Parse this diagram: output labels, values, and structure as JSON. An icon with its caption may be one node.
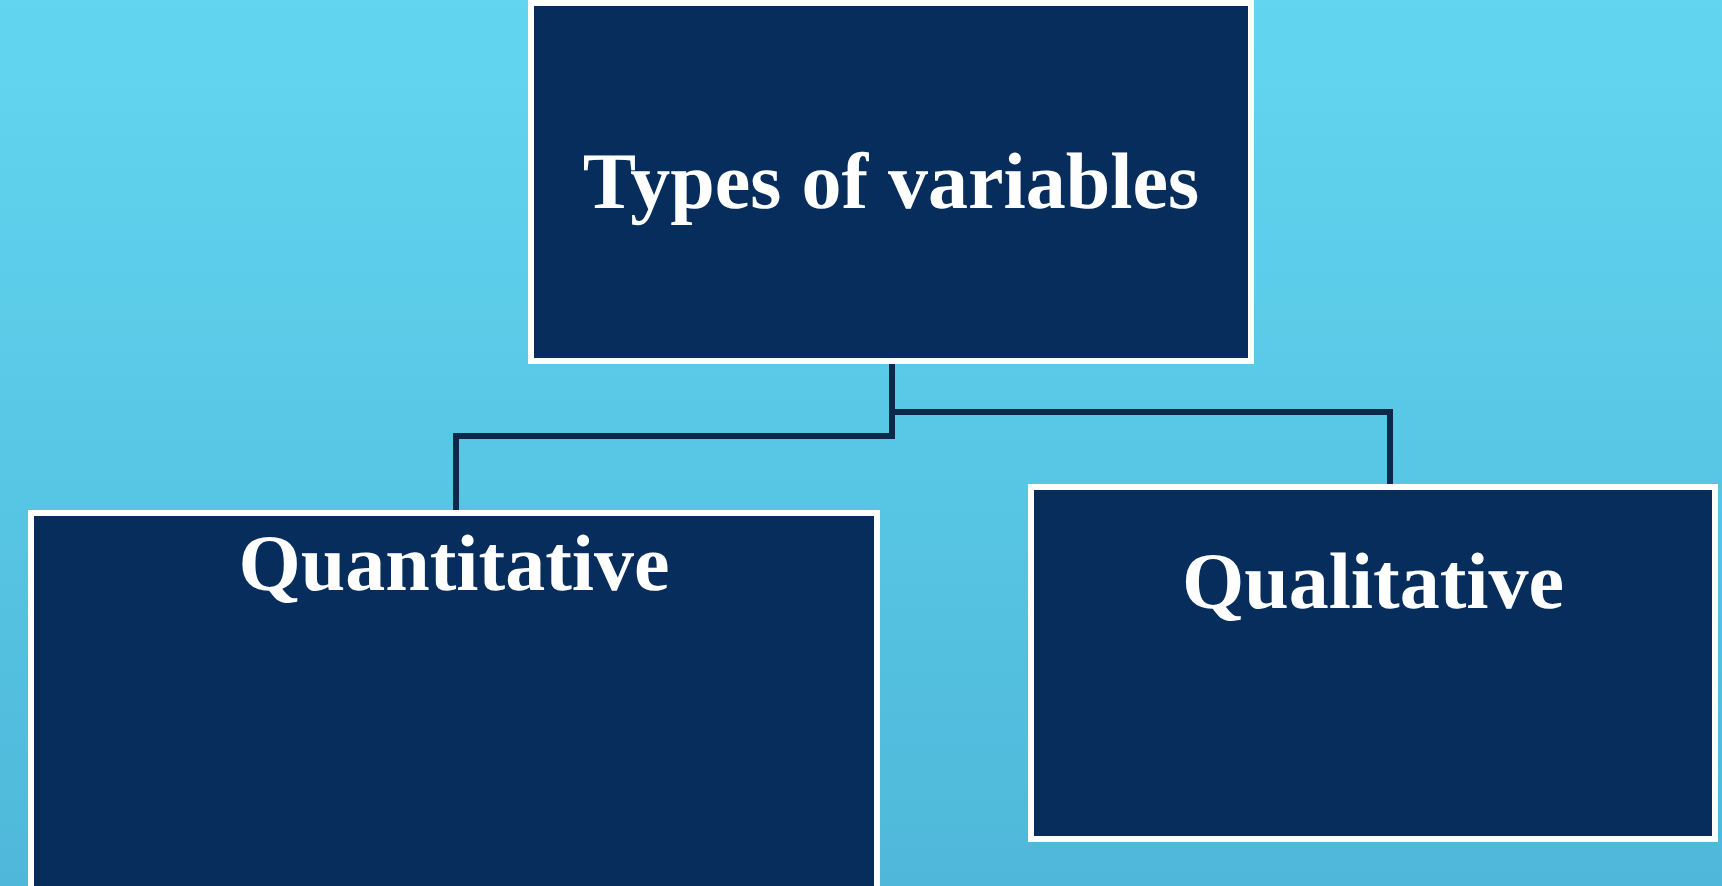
{
  "diagram": {
    "nodes": [
      {
        "text": [
          "Types of variables"
        ]
      },
      {
        "text": [
          "Quantitative"
        ]
      },
      {
        "text": [
          "Qualitative"
        ]
      }
    ],
    "edges": [
      {
        "from": 0,
        "to": 1,
        "arrow": "none"
      },
      {
        "from": 0,
        "to": 2,
        "arrow": "none"
      }
    ]
  }
}
